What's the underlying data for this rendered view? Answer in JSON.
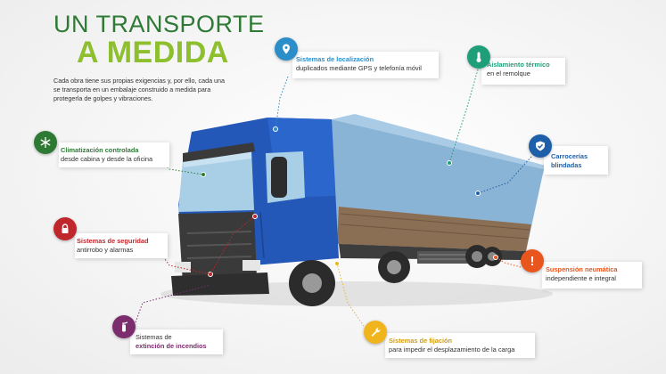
{
  "header": {
    "title_line1": "UN TRANSPORTE",
    "title_line2": "A MEDIDA",
    "intro": "Cada obra tiene sus propias exigencias y, por ello, cada una se transporta en un embalaje construido a medida para protegerla de golpes y vibraciones."
  },
  "features": {
    "climatizacion": {
      "title": "Climatización controlada",
      "desc": "desde cabina y desde la oficina",
      "icon": "snowflake-icon",
      "color": "#2e7a35"
    },
    "localizacion": {
      "title": "Sistemas de localización",
      "desc": "duplicados mediante GPS y telefonía móvil",
      "icon": "location-pin-icon",
      "color": "#2b8ec9"
    },
    "aislamiento": {
      "title": "Aislamiento térmico",
      "desc": "en el remolque",
      "icon": "thermometer-icon",
      "color": "#1f9e7a"
    },
    "carrocerias": {
      "title1": "Carrocerías",
      "title2": "blindadas",
      "icon": "shield-check-icon",
      "color": "#1d5fa8"
    },
    "seguridad": {
      "title": "Sistemas de seguridad",
      "desc": "antirrobo y alarmas",
      "icon": "padlock-icon",
      "color": "#c0272d"
    },
    "suspension": {
      "title": "Suspensión neumática",
      "desc": "independiente e integral",
      "icon": "exclamation-icon",
      "color": "#e8561e"
    },
    "extincion": {
      "pre": "Sistemas de",
      "title": "extinción de incendios",
      "icon": "fire-extinguisher-icon",
      "color": "#7b2d6e"
    },
    "fijacion": {
      "title": "Sistemas de fijación",
      "desc": "para impedir el desplazamiento de la carga",
      "icon": "wrench-icon",
      "color": "#f0b51c"
    }
  }
}
